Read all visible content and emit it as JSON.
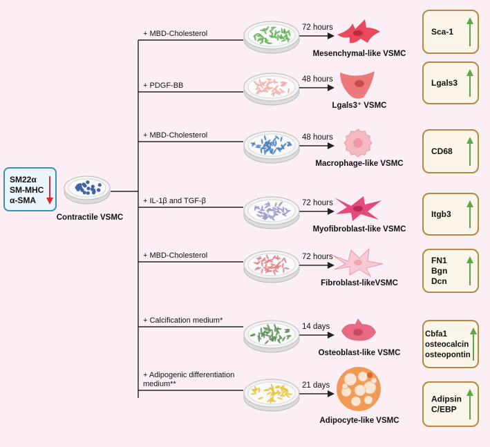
{
  "left_markers": {
    "lines": [
      "SM22α",
      "SM-MHC",
      "α-SMA"
    ],
    "arrow_color": "#e0262b",
    "box_border": "#3a8fb5",
    "box_fill": "#eaf4fa"
  },
  "source_cell": {
    "label": "Contractile VSMC",
    "dot_color": "#3f65a8"
  },
  "colors": {
    "line": "#222222",
    "marker_border": "#b7873f",
    "marker_fill": "#fbf5ea",
    "up_arrow": "#5aa845"
  },
  "branches": [
    {
      "treatment": [
        "+ MBD-Cholesterol"
      ],
      "time": "72 hours",
      "cell_label": "Mesenchymal-like VSMC",
      "cell_icon": "mesenchymal-cell-icon",
      "cell_color": "#e8495e",
      "dish_dots": "#67b35a",
      "markers": [
        "Sca-1"
      ]
    },
    {
      "treatment": [
        "+ PDGF-BB"
      ],
      "time": "48 hours",
      "cell_label": "Lgals3⁺ VSMC",
      "cell_icon": "lgals3-cell-icon",
      "cell_color": "#ec7a7d",
      "dish_dots": "#f0b2ac",
      "markers": [
        "Lgals3"
      ]
    },
    {
      "treatment": [
        "+ MBD-Cholesterol"
      ],
      "time": "48 hours",
      "cell_label": "Macrophage-like VSMC",
      "cell_icon": "macrophage-cell-icon",
      "cell_color": "#f5b9bf",
      "dish_dots": "#4e80c2",
      "markers": [
        "CD68"
      ]
    },
    {
      "treatment": [
        "+ IL-1β and TGF-β"
      ],
      "time": "72 hours",
      "cell_label": "Myofibroblast-like VSMC",
      "cell_icon": "myofibroblast-cell-icon",
      "cell_color": "#e44b7a",
      "dish_dots": "#9b9cc9",
      "markers": [
        "Itgb3"
      ]
    },
    {
      "treatment": [
        "+ MBD-Cholesterol"
      ],
      "time": "72 hours",
      "cell_label": "Fibroblast-likeVSMC",
      "cell_icon": "fibroblast-cell-icon",
      "cell_color": "#f7c9d2",
      "dish_dots": "#e0868a",
      "markers": [
        "FN1",
        "Bgn",
        "Dcn"
      ]
    },
    {
      "treatment": [
        "+ Calcification medium*"
      ],
      "time": "14 days",
      "cell_label": "Osteoblast-like VSMC",
      "cell_icon": "osteoblast-cell-icon",
      "cell_color": "#e86a82",
      "dish_dots": "#5f8f5b",
      "markers": [
        "Cbfa1",
        "osteocalcin",
        "osteopontin"
      ]
    },
    {
      "treatment": [
        "+ Adipogenic differentiation",
        "medium**"
      ],
      "time": "21 days",
      "cell_label": "Adipocyte-like VSMC",
      "cell_icon": "adipocyte-cell-icon",
      "cell_color": "#f19a55",
      "dish_dots": "#e5c640",
      "markers": [
        "Adipsin",
        "C/EBP"
      ]
    }
  ]
}
